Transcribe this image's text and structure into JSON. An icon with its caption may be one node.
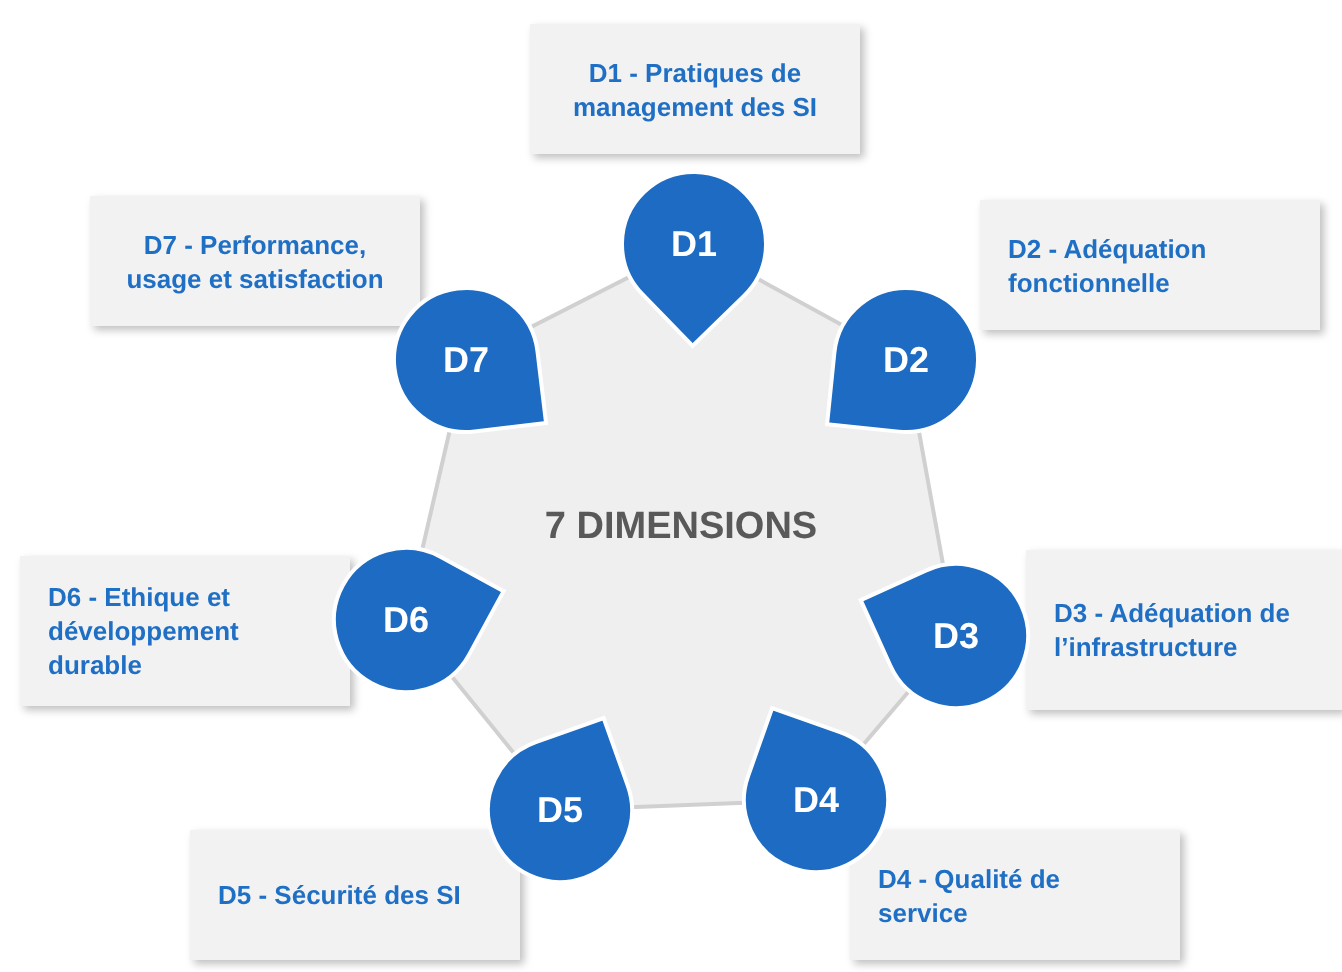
{
  "diagram": {
    "nodes": [
      {
        "text": [
          "7 DIMENSIONS"
        ]
      },
      {
        "text": [
          "D1"
        ]
      },
      {
        "text": [
          "D2"
        ]
      },
      {
        "text": [
          "D3"
        ]
      },
      {
        "text": [
          "D4"
        ]
      },
      {
        "text": [
          "D5"
        ]
      },
      {
        "text": [
          "D6"
        ]
      },
      {
        "text": [
          "D7"
        ]
      },
      {
        "text": [
          "D1 - Pratiques de management des SI"
        ]
      },
      {
        "text": [
          "D2 - Adéquation fonctionnelle"
        ]
      },
      {
        "text": [
          "D3 - Adéquation de l’infrastructure"
        ]
      },
      {
        "text": [
          "D4 - Qualité de service"
        ]
      },
      {
        "text": [
          "D5 - Sécurité des SI"
        ]
      },
      {
        "text": [
          "D6 - Ethique et développement durable"
        ]
      },
      {
        "text": [
          "D7 - Performance, usage et satisfaction"
        ]
      }
    ]
  }
}
